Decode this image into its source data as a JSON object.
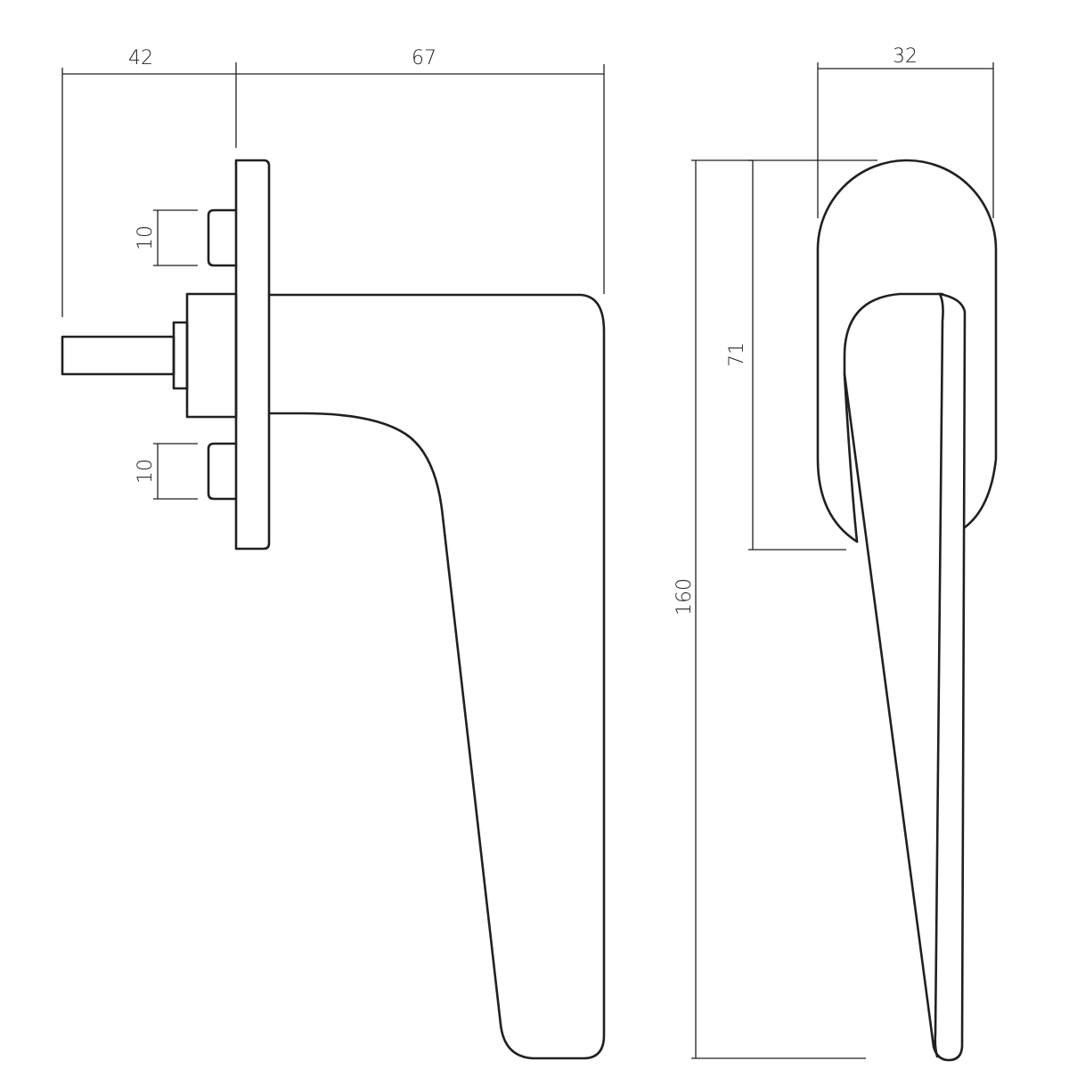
{
  "drawing": {
    "dimensions": {
      "projection": "42",
      "handle_length": "67",
      "width": "32",
      "spacing_top": "10",
      "spacing_bottom": "10",
      "rose_height": "71",
      "total_height": "160"
    },
    "colors": {
      "line": "#231f20",
      "background": "#ffffff"
    }
  }
}
